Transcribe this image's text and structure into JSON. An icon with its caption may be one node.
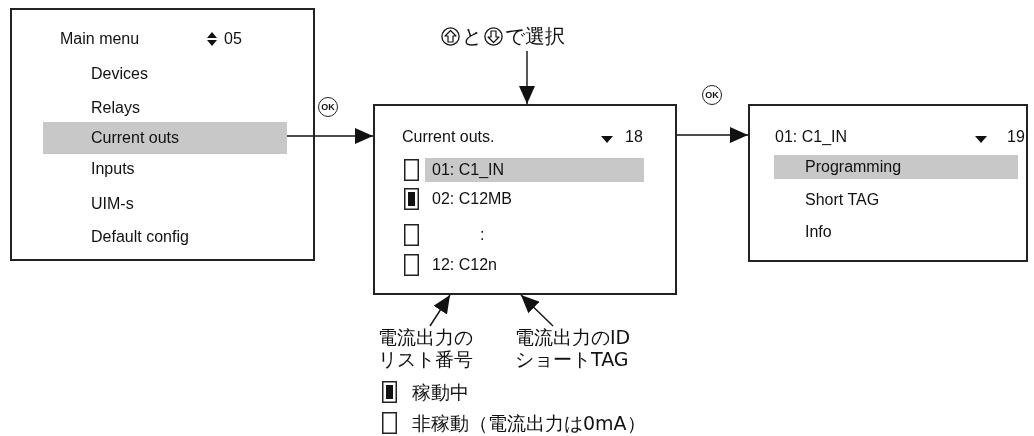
{
  "diagram": {
    "nodes": [
      {
        "text": [
          "Main menu",
          "05",
          "Devices",
          "Relays",
          "Inputs",
          "UIM-s",
          "Default config"
        ]
      },
      {
        "text": [
          "Current outs"
        ],
        "in": 0
      },
      {
        "text": [
          "Current outs.",
          "18",
          "01: C1_IN",
          "02: C12MB",
          ":",
          "12: C12n"
        ]
      },
      {
        "text": [
          "01: C1_IN",
          "19",
          "Programming",
          "Short TAG",
          "Info"
        ]
      },
      {
        "text": [
          "と",
          "で選択"
        ]
      },
      {
        "text": [
          "電流出力のリスト番号"
        ]
      },
      {
        "text": [
          "電流出力のIDショートTAG"
        ]
      }
    ],
    "edges": [
      {
        "from": 1,
        "to": 2,
        "arrow": "to",
        "label": "OK"
      },
      {
        "from": 4,
        "to": 2,
        "arrow": "to"
      },
      {
        "from": 2,
        "to": 3,
        "arrow": "to",
        "label": "OK"
      },
      {
        "from": 5,
        "to": 2,
        "arrow": "to"
      },
      {
        "from": 6,
        "to": 2,
        "arrow": "to"
      }
    ],
    "legend": [
      {
        "text": "稼動中"
      },
      {
        "text": "非稼動（電流出力は0mA）"
      }
    ]
  }
}
